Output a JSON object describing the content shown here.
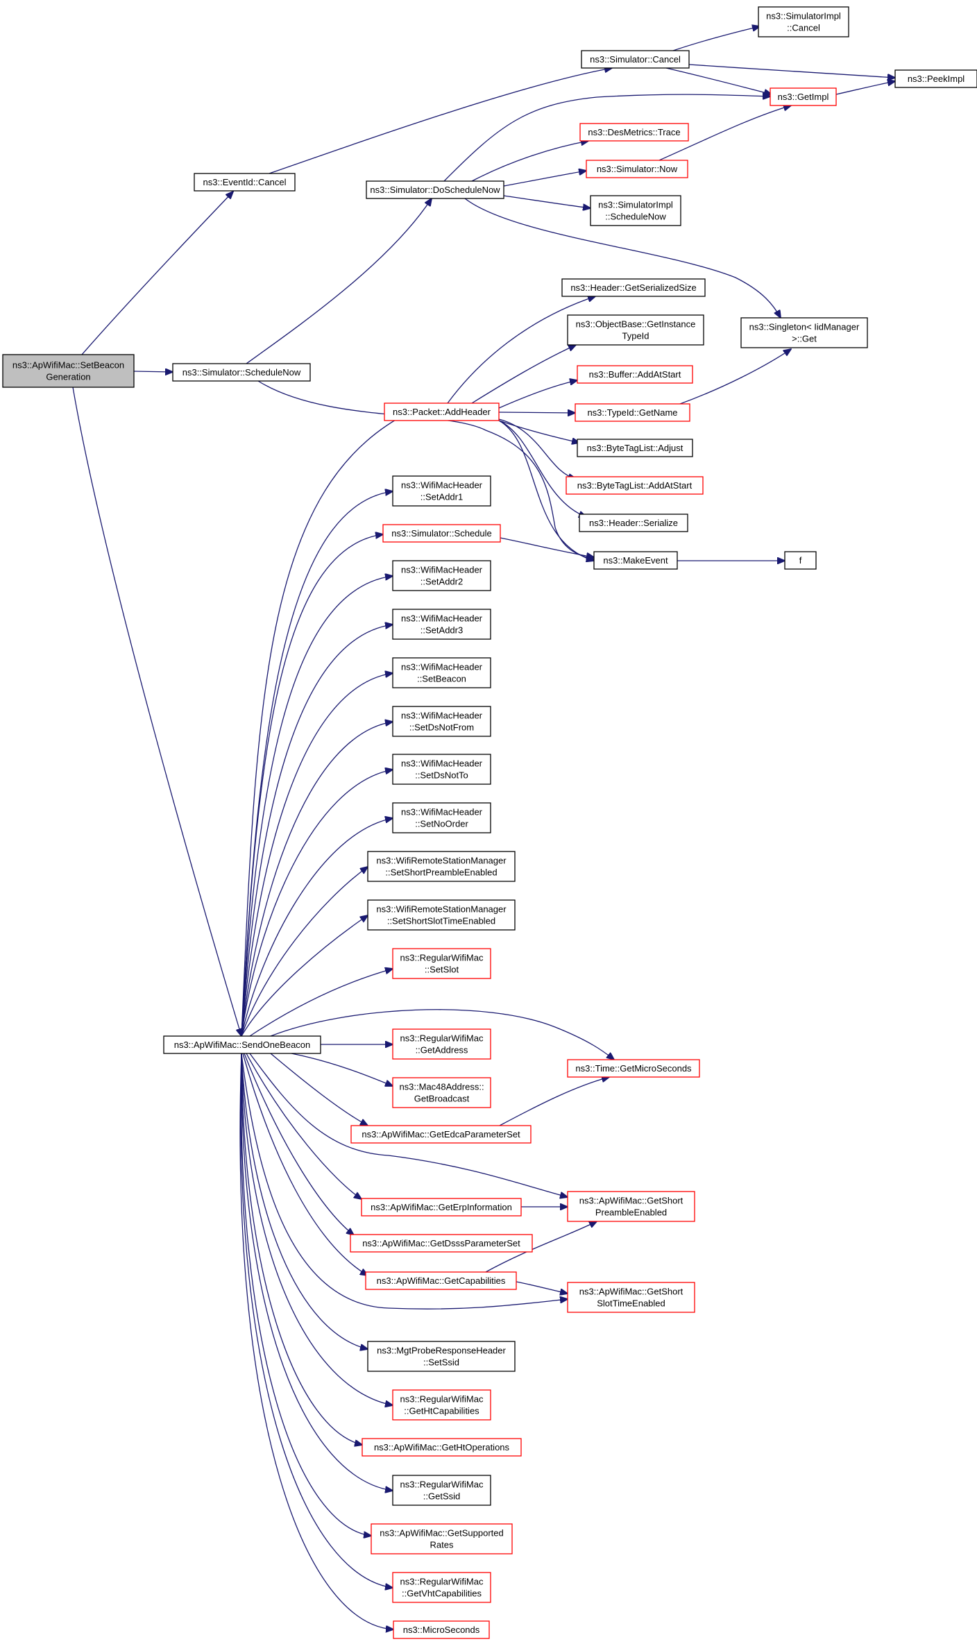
{
  "colors": {
    "edge": "#191970",
    "root_fill": "#bfbfbf",
    "border_black": "#000000",
    "border_red": "#ff0000"
  },
  "nodes": [
    {
      "id": "root",
      "lines": [
        "ns3::ApWifiMac::SetBeacon",
        "Generation"
      ],
      "border": "root"
    },
    {
      "id": "eventid_cancel",
      "lines": [
        "ns3::EventId::Cancel"
      ],
      "border": "black"
    },
    {
      "id": "sim_cancel",
      "lines": [
        "ns3::Simulator::Cancel"
      ],
      "border": "black"
    },
    {
      "id": "simimpl_cancel",
      "lines": [
        "ns3::SimulatorImpl",
        "::Cancel"
      ],
      "border": "black"
    },
    {
      "id": "peekimpl",
      "lines": [
        "ns3::PeekImpl"
      ],
      "border": "black"
    },
    {
      "id": "getimpl",
      "lines": [
        "ns3::GetImpl"
      ],
      "border": "red"
    },
    {
      "id": "desmetrics_trace",
      "lines": [
        "ns3::DesMetrics::Trace"
      ],
      "border": "red"
    },
    {
      "id": "sim_doschedulenow",
      "lines": [
        "ns3::Simulator::DoScheduleNow"
      ],
      "border": "black"
    },
    {
      "id": "sim_now",
      "lines": [
        "ns3::Simulator::Now"
      ],
      "border": "red"
    },
    {
      "id": "simimpl_schedulenow",
      "lines": [
        "ns3::SimulatorImpl",
        "::ScheduleNow"
      ],
      "border": "black"
    },
    {
      "id": "header_getserializedsize",
      "lines": [
        "ns3::Header::GetSerializedSize"
      ],
      "border": "black"
    },
    {
      "id": "objectbase_getinstancetypeid",
      "lines": [
        "ns3::ObjectBase::GetInstance",
        "TypeId"
      ],
      "border": "black"
    },
    {
      "id": "singleton_get",
      "lines": [
        "ns3::Singleton< IidManager",
        ">::Get"
      ],
      "border": "black"
    },
    {
      "id": "sim_schedulenow",
      "lines": [
        "ns3::Simulator::ScheduleNow"
      ],
      "border": "black"
    },
    {
      "id": "buffer_addatstart",
      "lines": [
        "ns3::Buffer::AddAtStart"
      ],
      "border": "red"
    },
    {
      "id": "packet_addheader",
      "lines": [
        "ns3::Packet::AddHeader"
      ],
      "border": "red"
    },
    {
      "id": "typeid_getname",
      "lines": [
        "ns3::TypeId::GetName"
      ],
      "border": "red"
    },
    {
      "id": "bytetaglist_adjust",
      "lines": [
        "ns3::ByteTagList::Adjust"
      ],
      "border": "black"
    },
    {
      "id": "bytetaglist_addatstart",
      "lines": [
        "ns3::ByteTagList::AddAtStart"
      ],
      "border": "red"
    },
    {
      "id": "header_serialize",
      "lines": [
        "ns3::Header::Serialize"
      ],
      "border": "black"
    },
    {
      "id": "wmh_setaddr1",
      "lines": [
        "ns3::WifiMacHeader",
        "::SetAddr1"
      ],
      "border": "black"
    },
    {
      "id": "sim_schedule",
      "lines": [
        "ns3::Simulator::Schedule"
      ],
      "border": "red"
    },
    {
      "id": "makeevent",
      "lines": [
        "ns3::MakeEvent"
      ],
      "border": "black"
    },
    {
      "id": "f",
      "lines": [
        "f"
      ],
      "border": "black"
    },
    {
      "id": "wmh_setaddr2",
      "lines": [
        "ns3::WifiMacHeader",
        "::SetAddr2"
      ],
      "border": "black"
    },
    {
      "id": "wmh_setaddr3",
      "lines": [
        "ns3::WifiMacHeader",
        "::SetAddr3"
      ],
      "border": "black"
    },
    {
      "id": "wmh_setbeacon",
      "lines": [
        "ns3::WifiMacHeader",
        "::SetBeacon"
      ],
      "border": "black"
    },
    {
      "id": "wmh_setdsnotfrom",
      "lines": [
        "ns3::WifiMacHeader",
        "::SetDsNotFrom"
      ],
      "border": "black"
    },
    {
      "id": "wmh_setdsnotto",
      "lines": [
        "ns3::WifiMacHeader",
        "::SetDsNotTo"
      ],
      "border": "black"
    },
    {
      "id": "wmh_setnoorder",
      "lines": [
        "ns3::WifiMacHeader",
        "::SetNoOrder"
      ],
      "border": "black"
    },
    {
      "id": "wrsm_setshortpreamble",
      "lines": [
        "ns3::WifiRemoteStationManager",
        "::SetShortPreambleEnabled"
      ],
      "border": "black"
    },
    {
      "id": "wrsm_setshortslot",
      "lines": [
        "ns3::WifiRemoteStationManager",
        "::SetShortSlotTimeEnabled"
      ],
      "border": "black"
    },
    {
      "id": "rwm_setslot",
      "lines": [
        "ns3::RegularWifiMac",
        "::SetSlot"
      ],
      "border": "red"
    },
    {
      "id": "apwm_sendonebeacon",
      "lines": [
        "ns3::ApWifiMac::SendOneBeacon"
      ],
      "border": "black"
    },
    {
      "id": "rwm_getaddress",
      "lines": [
        "ns3::RegularWifiMac",
        "::GetAddress"
      ],
      "border": "red"
    },
    {
      "id": "time_getmicroseconds",
      "lines": [
        "ns3::Time::GetMicroSeconds"
      ],
      "border": "red"
    },
    {
      "id": "mac48_getbroadcast",
      "lines": [
        "ns3::Mac48Address::",
        "GetBroadcast"
      ],
      "border": "red"
    },
    {
      "id": "apwm_getedca",
      "lines": [
        "ns3::ApWifiMac::GetEdcaParameterSet"
      ],
      "border": "red"
    },
    {
      "id": "apwm_geterp",
      "lines": [
        "ns3::ApWifiMac::GetErpInformation"
      ],
      "border": "red"
    },
    {
      "id": "apwm_getshortpreamble",
      "lines": [
        "ns3::ApWifiMac::GetShort",
        "PreambleEnabled"
      ],
      "border": "red"
    },
    {
      "id": "apwm_getdsss",
      "lines": [
        "ns3::ApWifiMac::GetDsssParameterSet"
      ],
      "border": "red"
    },
    {
      "id": "apwm_getcapabilities",
      "lines": [
        "ns3::ApWifiMac::GetCapabilities"
      ],
      "border": "red"
    },
    {
      "id": "apwm_getshortslot",
      "lines": [
        "ns3::ApWifiMac::GetShort",
        "SlotTimeEnabled"
      ],
      "border": "red"
    },
    {
      "id": "mprh_setssid",
      "lines": [
        "ns3::MgtProbeResponseHeader",
        "::SetSsid"
      ],
      "border": "black"
    },
    {
      "id": "rwm_gethtcap",
      "lines": [
        "ns3::RegularWifiMac",
        "::GetHtCapabilities"
      ],
      "border": "red"
    },
    {
      "id": "apwm_gethtops",
      "lines": [
        "ns3::ApWifiMac::GetHtOperations"
      ],
      "border": "red"
    },
    {
      "id": "rwm_getssid",
      "lines": [
        "ns3::RegularWifiMac",
        "::GetSsid"
      ],
      "border": "black"
    },
    {
      "id": "apwm_getsupportedrates",
      "lines": [
        "ns3::ApWifiMac::GetSupported",
        "Rates"
      ],
      "border": "red"
    },
    {
      "id": "rwm_getvhtcap",
      "lines": [
        "ns3::RegularWifiMac",
        "::GetVhtCapabilities"
      ],
      "border": "red"
    },
    {
      "id": "microseconds",
      "lines": [
        "ns3::MicroSeconds"
      ],
      "border": "red"
    }
  ]
}
